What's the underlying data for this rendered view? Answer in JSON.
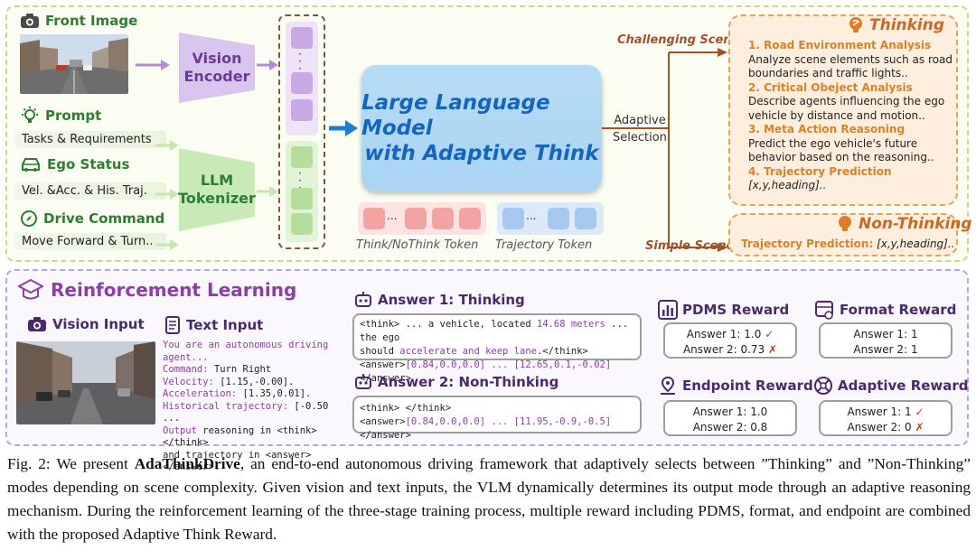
{
  "inputs": {
    "front_image": "Front Image",
    "prompt": "Prompt",
    "prompt_sub": "Tasks & Requirements",
    "ego_status": "Ego Status",
    "ego_sub": "Vel. &Acc. & His. Traj.",
    "drive_command": "Drive Command",
    "drive_sub": "Move Forward & Turn.."
  },
  "encoders": {
    "vision": [
      "Vision",
      "Encoder"
    ],
    "tokenizer": [
      "LLM",
      "Tokenizer"
    ]
  },
  "llm": [
    "Large Language Model",
    "with Adaptive Think"
  ],
  "tokens": {
    "think_label": "Think/NoThink Token",
    "traj_label": "Trajectory Token",
    "ellipsis": "..."
  },
  "selection": [
    "Adaptive",
    "Selection"
  ],
  "scenes": {
    "challenging": "Challenging Scene",
    "simple": "Simple Scene"
  },
  "thinking": {
    "title": "Thinking",
    "items": [
      {
        "head": "1. Road Environment Analysis",
        "body": [
          "Analyze scene elements such as road",
          "boundaries and traffic lights.."
        ]
      },
      {
        "head": "2. Critical Obeject Analysis",
        "body": [
          "Describe agents influencing the ego",
          "vehicle by distance and motion.."
        ]
      },
      {
        "head": "3. Meta Action Reasoning",
        "body": [
          "Predict the ego vehicle's future",
          "behavior based on the reasoning.."
        ]
      },
      {
        "head": "4. Trajectory Prediction",
        "body": [
          "[x,y,heading].."
        ]
      }
    ]
  },
  "non_thinking": {
    "title": "Non-Thinking",
    "label": "Trajectory Prediction:",
    "value": "[x,y,heading].."
  },
  "rl": {
    "title": "Reinforcement Learning",
    "vision_input": "Vision Input",
    "text_input": "Text Input",
    "prompt_lines": [
      {
        "k": "You are an autonomous driving agent...",
        "v": ""
      },
      {
        "k": "Command:",
        "v": " Turn Right"
      },
      {
        "k": "Velocity:",
        "v": " [1.15,-0.00]."
      },
      {
        "k": "Acceleration:",
        "v": " [1.35,0.01]."
      },
      {
        "k": "Historical trajectory:",
        "v": " [-0.50 ..."
      },
      {
        "k": "Output",
        "v": " reasoning in <think></think>"
      },
      {
        "k": "",
        "v": "and trajectory in <answer></answer>."
      }
    ],
    "answer1_title": "Answer 1: Thinking",
    "answer1_l1a": "<think> ... a vehicle, located ",
    "answer1_l1b": "14.68 meters",
    "answer1_l1c": " ... the ego",
    "answer1_l2a": "should ",
    "answer1_l2b": "accelerate and keep lane",
    "answer1_l2c": ".</think>",
    "answer1_l3a": "<answer>",
    "answer1_l3b": "[0.84,0.0,0.0] ... [12.65,0.1,-0.02]",
    "answer1_l3c": "</answer>",
    "answer2_title": "Answer 2: Non-Thinking",
    "answer2_l1": "<think> </think>",
    "answer2_l2a": "<answer>",
    "answer2_l2b": "[0.84,0.0,0.0] ... [11.95,-0.9,-0.5]",
    "answer2_l2c": "</answer>"
  },
  "rewards": {
    "pdms": {
      "title": "PDMS Reward",
      "a1": "Answer 1: ",
      "v1": "1.0",
      "a2": "Answer 2: ",
      "v2": "0.73"
    },
    "format": {
      "title": "Format Reward",
      "a1": "Answer 1: ",
      "v1": "1",
      "a2": "Answer 2: ",
      "v2": "1"
    },
    "endpoint": {
      "title": "Endpoint Reward",
      "a1": "Answer 1: ",
      "v1": "1.0",
      "a2": "Answer 2: ",
      "v2": "0.8"
    },
    "adaptive": {
      "title": "Adaptive Reward",
      "a1": "Answer 1: ",
      "v1": "1",
      "a2": "Answer 2: ",
      "v2": "0"
    }
  },
  "caption": {
    "prefix": "Fig. 2: We present ",
    "bold": "AdaThinkDrive",
    "rest": ", an end-to-end autonomous driving framework that adaptively selects between ”Thinking” and ”Non-Thinking” modes depending on scene complexity. Given vision and text inputs, the VLM dynamically determines its output mode through an adaptive reasoning mechanism. During the reinforcement learning of the three-stage training process, multiple reward including PDMS, format, and endpoint are combined with the proposed Adaptive Think Reward."
  },
  "colors": {
    "green": "#2e7d32",
    "purple": "#8e3ea8",
    "orange": "#d9822b",
    "blue": "#1565c0",
    "check": "#c0392b"
  }
}
